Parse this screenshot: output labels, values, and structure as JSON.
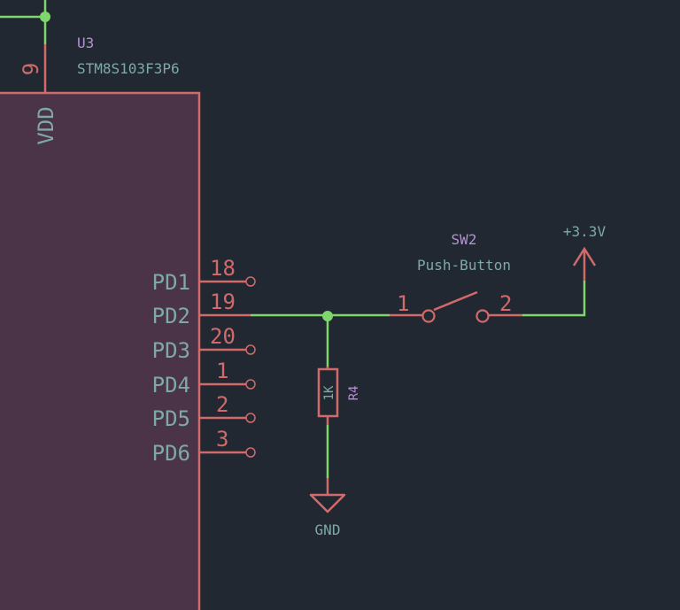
{
  "u3": {
    "reference": "U3",
    "value": "STM8S103F3P6",
    "vdd_pin_name": "VDD",
    "vdd_pin_number": "9",
    "pins": [
      {
        "name": "PD1",
        "number": "18"
      },
      {
        "name": "PD2",
        "number": "19"
      },
      {
        "name": "PD3",
        "number": "20"
      },
      {
        "name": "PD4",
        "number": "1"
      },
      {
        "name": "PD5",
        "number": "2"
      },
      {
        "name": "PD6",
        "number": "3"
      }
    ]
  },
  "sw2": {
    "reference": "SW2",
    "value": "Push-Button",
    "pin1": "1",
    "pin2": "2"
  },
  "r4": {
    "reference": "R4",
    "value": "1K"
  },
  "power": {
    "supply_label": "+3.3V",
    "ground_label": "GND"
  },
  "colors": {
    "background": "#222831",
    "wire": "#7fd66a",
    "pin": "#d16a6a",
    "ic_fill": "#4b3447",
    "reference_text": "#b691d4",
    "value_text": "#7fa9a6"
  }
}
